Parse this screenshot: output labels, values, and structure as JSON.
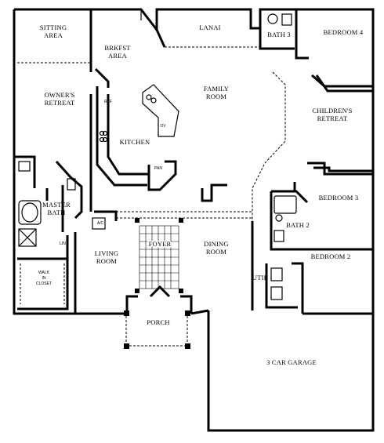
{
  "rooms": {
    "sitting_area": [
      "SITTING",
      "AREA"
    ],
    "lanai": "LANAI",
    "bath3": "BATH 3",
    "bedroom4": "BEDROOM 4",
    "brkfst_area": [
      "BRKFST",
      "AREA"
    ],
    "owners_retreat": [
      "OWNER'S",
      "RETREAT"
    ],
    "family_room": [
      "FAMILY",
      "ROOM"
    ],
    "childrens_retreat": [
      "CHILDREN'S",
      "RETREAT"
    ],
    "kitchen": "KITCHEN",
    "bedroom3": "BEDROOM 3",
    "master_bath": [
      "MASTER",
      "BATH"
    ],
    "bath2": "BATH 2",
    "foyer": "FOYER",
    "living_room": [
      "LIVING",
      "ROOM"
    ],
    "dining_room": [
      "DINING",
      "ROOM"
    ],
    "bedroom2": "BEDROOM 2",
    "util": "UTIL",
    "walk_in_closet": [
      "WALK",
      "IN",
      "CLOSET"
    ],
    "porch": "PORCH",
    "garage": "3 CAR GARAGE"
  },
  "fixtures": {
    "ac": "A/C",
    "ref": "REF",
    "pan": "PAN",
    "ov": "OV",
    "lin": "LIN"
  }
}
